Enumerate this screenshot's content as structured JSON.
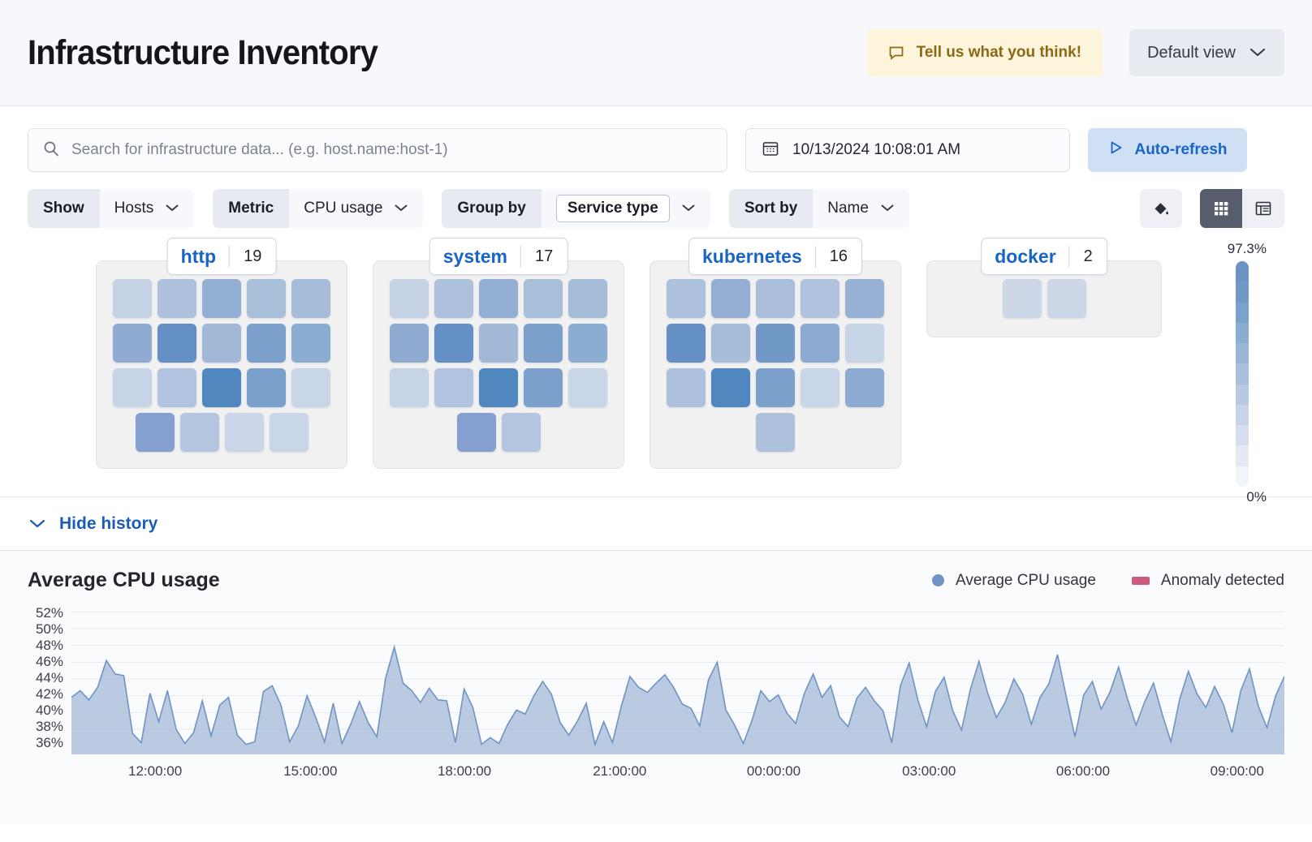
{
  "header": {
    "title": "Infrastructure Inventory",
    "feedback_label": "Tell us what you think!",
    "view_label": "Default view"
  },
  "search": {
    "placeholder": "Search for infrastructure data... (e.g. host.name:host-1)",
    "value": "",
    "date_value": "10/13/2024 10:08:01 AM",
    "refresh_label": "Auto-refresh"
  },
  "filters": [
    {
      "label": "Show",
      "value": "Hosts",
      "boxed": false
    },
    {
      "label": "Metric",
      "value": "CPU usage",
      "boxed": false
    },
    {
      "label": "Group by",
      "value": "Service type",
      "boxed": true
    },
    {
      "label": "Sort by",
      "value": "Name",
      "boxed": false
    }
  ],
  "view_tools": {
    "palette_icon": "paint-bucket-icon",
    "grid_icon": "grid-view-icon",
    "table_icon": "table-view-icon",
    "active_view": "grid"
  },
  "legend_scale": {
    "max_label": "97.3%",
    "min_label": "0%",
    "colors": [
      "#6b94c4",
      "#7099c8",
      "#7ba2cc",
      "#8aadd2",
      "#99b6d7",
      "#a8c0dd",
      "#b7cae2",
      "#c6d4e8",
      "#d5deee",
      "#e4e9f4",
      "#f1f4fa"
    ]
  },
  "groups": [
    {
      "name": "http",
      "count": "19",
      "rows": [
        [
          "#c4d2e4",
          "#adc0dc",
          "#93aed3",
          "#a9bed9",
          "#a7bcd8"
        ],
        [
          "#8fabd2",
          "#6490c6",
          "#a2b8d7",
          "#7ba0cb",
          "#8badd2"
        ],
        [
          "#c6d4e6",
          "#b1c3de",
          "#5187bf",
          "#7ba0cb",
          "#c9d6e7"
        ],
        [
          "#859fd0",
          "#b4c5df",
          "#cbd7e8",
          "#c9d6e7"
        ]
      ]
    },
    {
      "name": "system",
      "count": "17",
      "rows": [
        [
          "#c4d2e4",
          "#adc0dc",
          "#93aed3",
          "#a9bed9",
          "#a7bcd8"
        ],
        [
          "#8fabd2",
          "#6490c6",
          "#a2b8d7",
          "#7ba0cb",
          "#8badd2"
        ],
        [
          "#c6d4e6",
          "#b1c3de",
          "#5187bf",
          "#7ba0cb",
          "#c9d6e7"
        ],
        [
          "#859fd0",
          "#b4c5df"
        ]
      ]
    },
    {
      "name": "kubernetes",
      "count": "16",
      "rows": [
        [
          "#adc0dc",
          "#94afd3",
          "#aabedb",
          "#b0c2dd",
          "#97b1d4"
        ],
        [
          "#6490c6",
          "#a8bdda",
          "#7099c8",
          "#8dabd2",
          "#c6d4e6"
        ],
        [
          "#adc0dc",
          "#5187bf",
          "#7ba0cb",
          "#c9d6e7",
          "#8dabd2"
        ],
        [
          "#aec1dc"
        ]
      ]
    },
    {
      "name": "docker",
      "count": "2",
      "rows": [
        [
          "#ccd8e8",
          "#ccd8e8"
        ]
      ]
    }
  ],
  "history": {
    "toggle_label": "Hide history"
  },
  "chart_data": {
    "type": "area",
    "title": "Average CPU usage",
    "xlabel": "",
    "ylabel": "",
    "ylim": [
      35,
      53
    ],
    "grid": true,
    "legend_position": "top-right",
    "legend": [
      {
        "name": "Average CPU usage",
        "color": "#6f94c4",
        "marker": "circle"
      },
      {
        "name": "Anomaly detected",
        "color": "#cc5b7d",
        "marker": "rect"
      }
    ],
    "yticks": [
      "52%",
      "50%",
      "48%",
      "46%",
      "44%",
      "42%",
      "40%",
      "38%",
      "36%"
    ],
    "ytick_values": [
      52,
      50,
      48,
      46,
      44,
      42,
      40,
      38,
      36
    ],
    "xticks": [
      "12:00:00",
      "15:00:00",
      "18:00:00",
      "21:00:00",
      "00:00:00",
      "03:00:00",
      "06:00:00",
      "09:00:00"
    ],
    "xtick_positions_pct": [
      6.9,
      19.7,
      32.4,
      45.2,
      57.9,
      70.7,
      83.4,
      96.1
    ],
    "series": [
      {
        "name": "Average CPU usage",
        "color": "#6f94c4",
        "fill": "#aec1dc",
        "values": [
          41.8,
          42.6,
          41.5,
          43.0,
          46.2,
          44.6,
          44.4,
          37.5,
          36.4,
          42.3,
          38.9,
          42.6,
          38.0,
          36.3,
          37.6,
          41.4,
          37.2,
          40.9,
          41.8,
          37.3,
          36.2,
          36.5,
          42.5,
          43.2,
          40.9,
          36.5,
          38.4,
          42.0,
          39.4,
          36.5,
          41.1,
          36.3,
          38.6,
          41.3,
          38.8,
          37.1,
          44.1,
          47.8,
          43.5,
          42.6,
          41.2,
          42.9,
          41.5,
          41.4,
          36.4,
          42.8,
          40.6,
          36.2,
          37.0,
          36.3,
          38.6,
          40.3,
          39.8,
          42.0,
          43.7,
          42.2,
          38.8,
          37.3,
          39.0,
          41.1,
          36.2,
          38.9,
          36.4,
          40.7,
          44.3,
          43.0,
          42.4,
          43.5,
          44.5,
          43.0,
          41.0,
          40.5,
          38.4,
          43.9,
          46.0,
          40.3,
          38.5,
          36.3,
          39.1,
          42.6,
          41.3,
          42.1,
          39.9,
          38.7,
          42.3,
          44.6,
          41.8,
          43.2,
          39.5,
          38.3,
          41.7,
          43.0,
          41.4,
          40.2,
          36.4,
          43.2,
          45.9,
          41.5,
          38.3,
          42.5,
          44.2,
          40.2,
          37.9,
          42.7,
          46.1,
          42.3,
          39.4,
          41.2,
          44.0,
          42.2,
          38.6,
          41.8,
          43.4,
          46.9,
          41.9,
          37.1,
          42.1,
          43.7,
          40.4,
          42.4,
          45.4,
          41.7,
          38.5,
          41.3,
          43.5,
          39.8,
          36.5,
          41.6,
          44.9,
          42.2,
          40.6,
          43.1,
          41.0,
          37.6,
          42.6,
          45.2,
          40.8,
          38.2,
          42.0,
          44.3
        ]
      }
    ]
  }
}
